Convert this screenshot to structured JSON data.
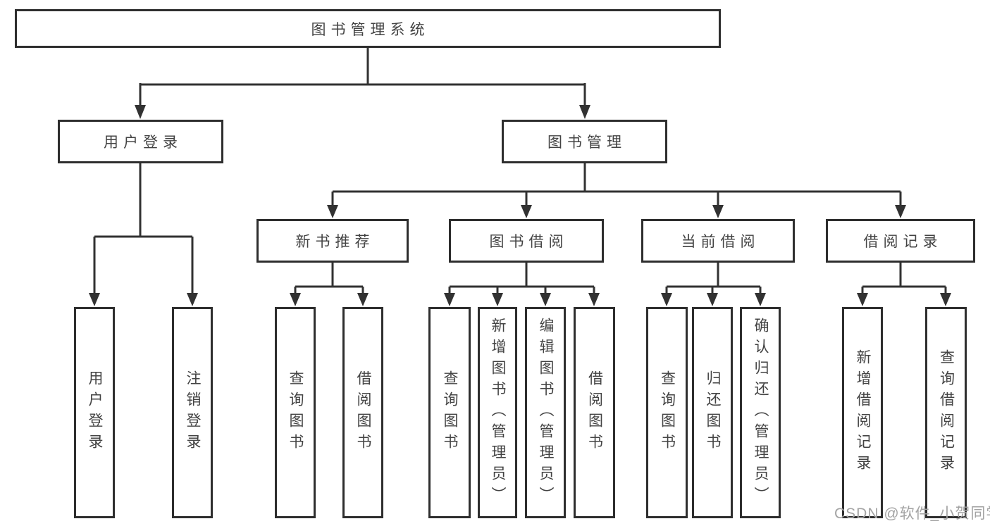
{
  "watermark": "CSDN @软件_小贺同学",
  "colors": {
    "background": "#ffffff",
    "line": "#323232",
    "box_border": "#2e2e2e",
    "text": "#434343",
    "watermark": "#a3a3a3"
  },
  "tree": {
    "label": "图书管理系统",
    "children": [
      {
        "label": "用户登录",
        "children": [
          {
            "label": "用户登录"
          },
          {
            "label": "注销登录"
          }
        ]
      },
      {
        "label": "图书管理",
        "children": [
          {
            "label": "新书推荐",
            "children": [
              {
                "label": "查询图书"
              },
              {
                "label": "借阅图书"
              }
            ]
          },
          {
            "label": "图书借阅",
            "children": [
              {
                "label": "查询图书"
              },
              {
                "label": "新增图书（管理员）"
              },
              {
                "label": "编辑图书（管理员）"
              },
              {
                "label": "借阅图书"
              }
            ]
          },
          {
            "label": "当前借阅",
            "children": [
              {
                "label": "查询图书"
              },
              {
                "label": "归还图书"
              },
              {
                "label": "确认归还（管理员）"
              }
            ]
          },
          {
            "label": "借阅记录",
            "children": [
              {
                "label": "新增借阅记录"
              },
              {
                "label": "查询借阅记录"
              }
            ]
          }
        ]
      }
    ]
  }
}
